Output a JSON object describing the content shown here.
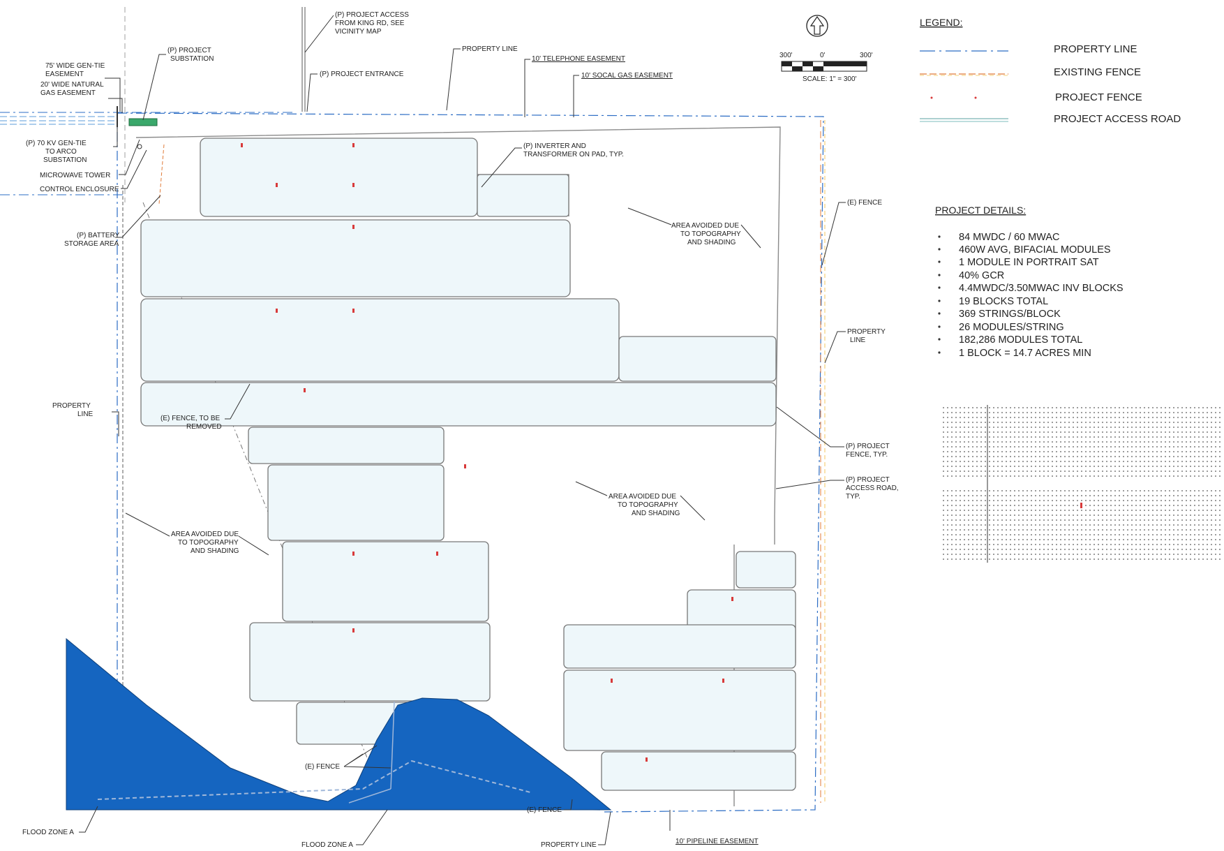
{
  "legend": {
    "title": "LEGEND:",
    "items": [
      {
        "label": "PROPERTY LINE",
        "color": "#2b6cc4"
      },
      {
        "label": "EXISTING FENCE",
        "color": "#e07b39"
      },
      {
        "label": "PROJECT FENCE",
        "color": "#d83a3a"
      },
      {
        "label": "PROJECT ACCESS ROAD",
        "color": "#5aa0a0"
      }
    ]
  },
  "project_details": {
    "title": "PROJECT DETAILS:",
    "items": [
      "84 MWDC / 60 MWAC",
      "460W AVG, BIFACIAL MODULES",
      "1 MODULE IN PORTRAIT SAT",
      "40% GCR",
      "4.4MWDC/3.50MWAC INV BLOCKS",
      "19 BLOCKS TOTAL",
      "369 STRINGS/BLOCK",
      "26 MODULES/STRING",
      "182,286 MODULES TOTAL",
      "1 BLOCK = 14.7 ACRES MIN"
    ]
  },
  "scale": {
    "left": "300'",
    "mid": "0'",
    "right": "300'",
    "text": "SCALE: 1\" = 300'"
  },
  "colors": {
    "flood": "#1565c0",
    "property_line": "#2b6cc4",
    "fence": "#e07b39",
    "array": "#eef7fa"
  },
  "labels": {
    "gen_tie_easement": [
      "75' WIDE GEN-TIE",
      "EASEMENT"
    ],
    "gas_easement": [
      "20' WIDE NATURAL",
      "GAS EASEMENT"
    ],
    "substation": [
      "(P) PROJECT",
      "SUBSTATION"
    ],
    "gen_tie": [
      "(P) 70 KV GEN-TIE",
      "TO ARCO",
      "SUBSTATION"
    ],
    "microwave": "MICROWAVE TOWER",
    "control": "CONTROL ENCLOSURE",
    "battery": [
      "(P) BATTERY",
      "STORAGE AREA"
    ],
    "access": [
      "(P) PROJECT ACCESS",
      "FROM KING RD, SEE",
      "VICINITY MAP"
    ],
    "entrance": "(P) PROJECT ENTRANCE",
    "property_line_top": "PROPERTY LINE",
    "telephone": "10' TELEPHONE EASEMENT",
    "socal": "10' SOCAL GAS EASEMENT",
    "inverter": [
      "(P) INVERTER AND",
      "TRANSFORMER ON PAD, TYP."
    ],
    "avoided_top": [
      "AREA AVOIDED DUE",
      "TO TOPOGRAPHY",
      "AND SHADING"
    ],
    "efence_right": "(E) FENCE",
    "property_line_right": [
      "PROPERTY",
      "LINE"
    ],
    "property_line_left": [
      "PROPERTY",
      "LINE"
    ],
    "efence_removed": [
      "(E) FENCE, TO BE",
      "REMOVED"
    ],
    "project_fence": [
      "(P) PROJECT",
      "FENCE, TYP."
    ],
    "access_road": [
      "(P) PROJECT",
      "ACCESS ROAD,",
      "TYP."
    ],
    "avoided_mid": [
      "AREA AVOIDED DUE",
      "TO TOPOGRAPHY",
      "AND SHADING"
    ],
    "avoided_left": [
      "AREA AVOIDED DUE",
      "TO TOPOGRAPHY",
      "AND SHADING"
    ],
    "efence_bottom": "(E) FENCE",
    "flood_a_left": "FLOOD ZONE A",
    "flood_a_mid": "FLOOD ZONE A",
    "efence_bottom2": "(E) FENCE",
    "property_line_bottom": "PROPERTY LINE",
    "pipeline": "10' PIPELINE EASEMENT"
  }
}
